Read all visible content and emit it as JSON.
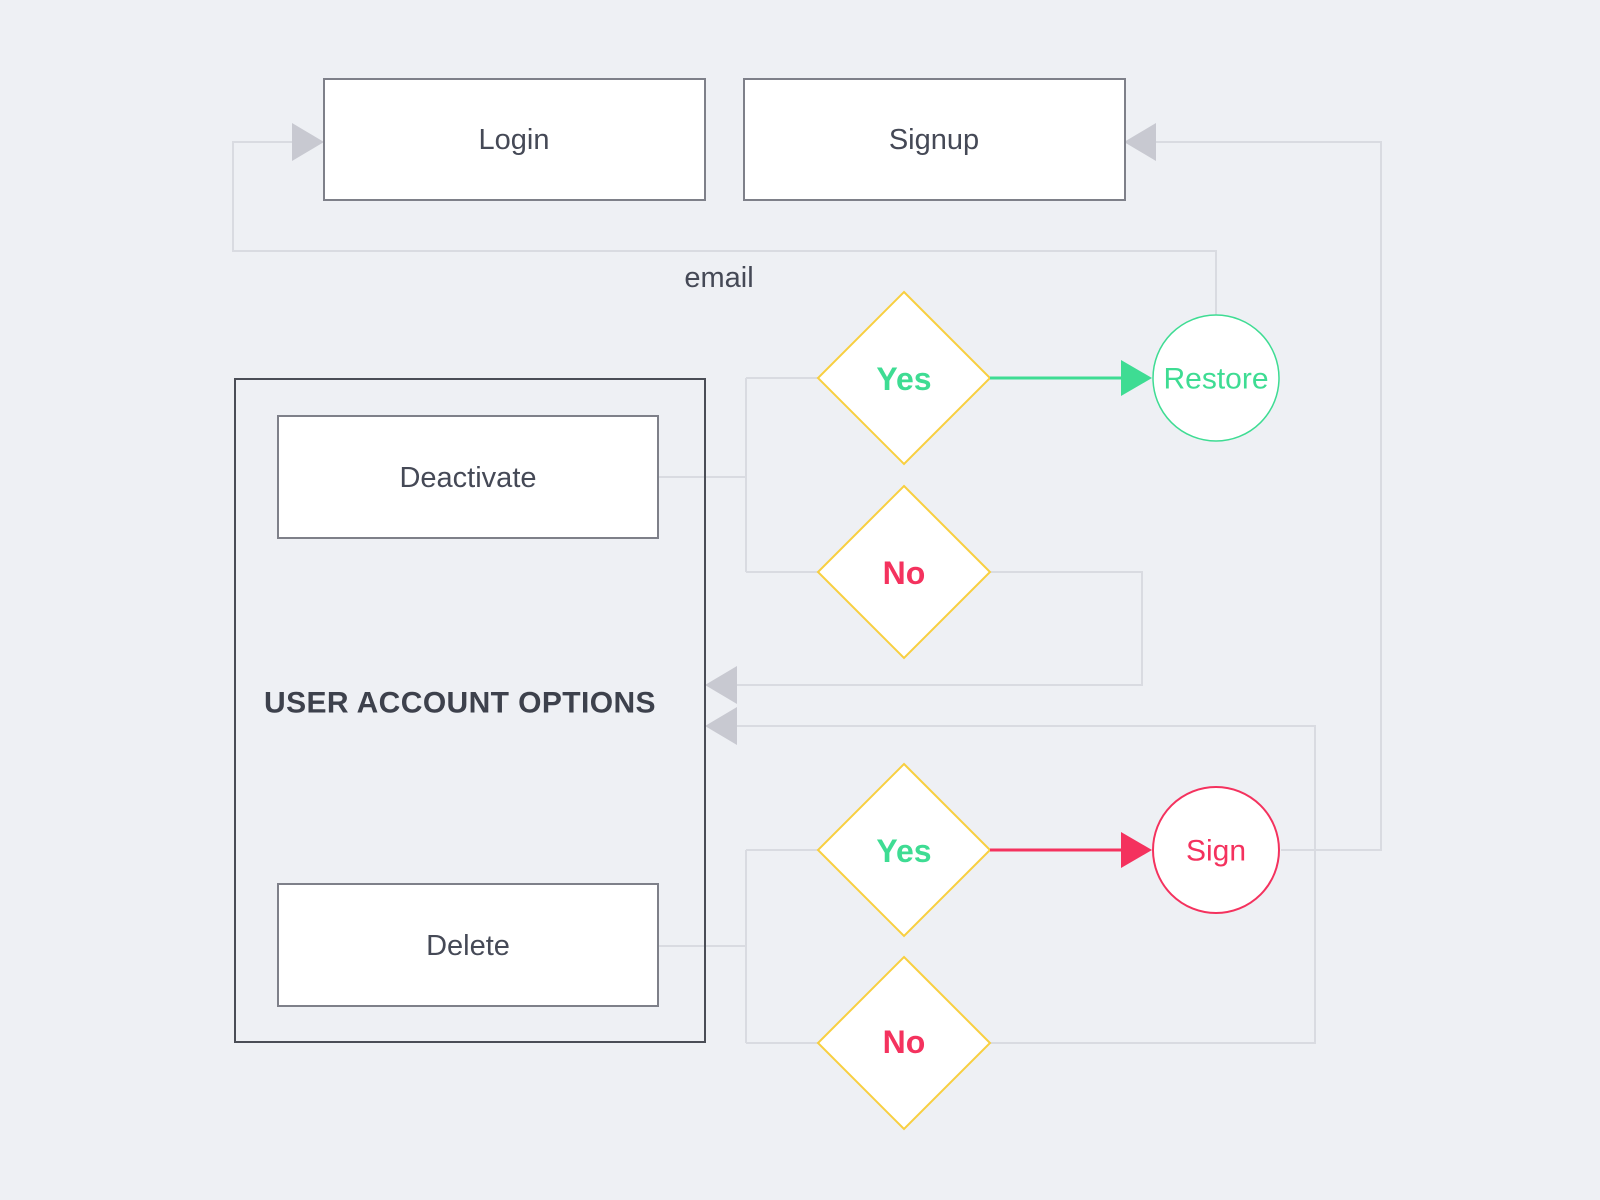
{
  "diagram": {
    "nodes": {
      "login": "Login",
      "signup": "Signup",
      "user_account_options": "USER ACCOUNT OPTIONS",
      "deactivate": "Deactivate",
      "delete": "Delete",
      "yes_deactivate": "Yes",
      "no_deactivate": "No",
      "yes_delete": "Yes",
      "no_delete": "No",
      "restore": "Restore",
      "sign": "Sign"
    },
    "edge_labels": {
      "email": "email"
    },
    "edges": [
      {
        "from": "restore",
        "to": "login",
        "label": "email",
        "style": "gray-arrow"
      },
      {
        "from": "sign",
        "to": "signup",
        "label": "",
        "style": "gray-arrow"
      },
      {
        "from": "deactivate",
        "to": "yes_deactivate/no_deactivate",
        "label": "",
        "style": "gray-line"
      },
      {
        "from": "yes_deactivate",
        "to": "restore",
        "label": "",
        "style": "green-arrow"
      },
      {
        "from": "no_deactivate",
        "to": "user_account_options",
        "label": "",
        "style": "gray-arrow"
      },
      {
        "from": "delete",
        "to": "yes_delete/no_delete",
        "label": "",
        "style": "gray-line"
      },
      {
        "from": "yes_delete",
        "to": "sign",
        "label": "",
        "style": "red-arrow"
      },
      {
        "from": "no_delete",
        "to": "user_account_options",
        "label": "",
        "style": "gray-arrow"
      }
    ],
    "colors": {
      "background": "#eef0f4",
      "rail": "#d9dbe1",
      "arrow_gray": "#c8c9d1",
      "node_fill": "#ffffff",
      "node_border": "#7e8089",
      "container_border": "#4a4d56",
      "text_dark": "#454956",
      "heading_dark": "#3d414c",
      "yellow": "#f8cf40",
      "green": "#3edc93",
      "red": "#f4325e"
    }
  }
}
